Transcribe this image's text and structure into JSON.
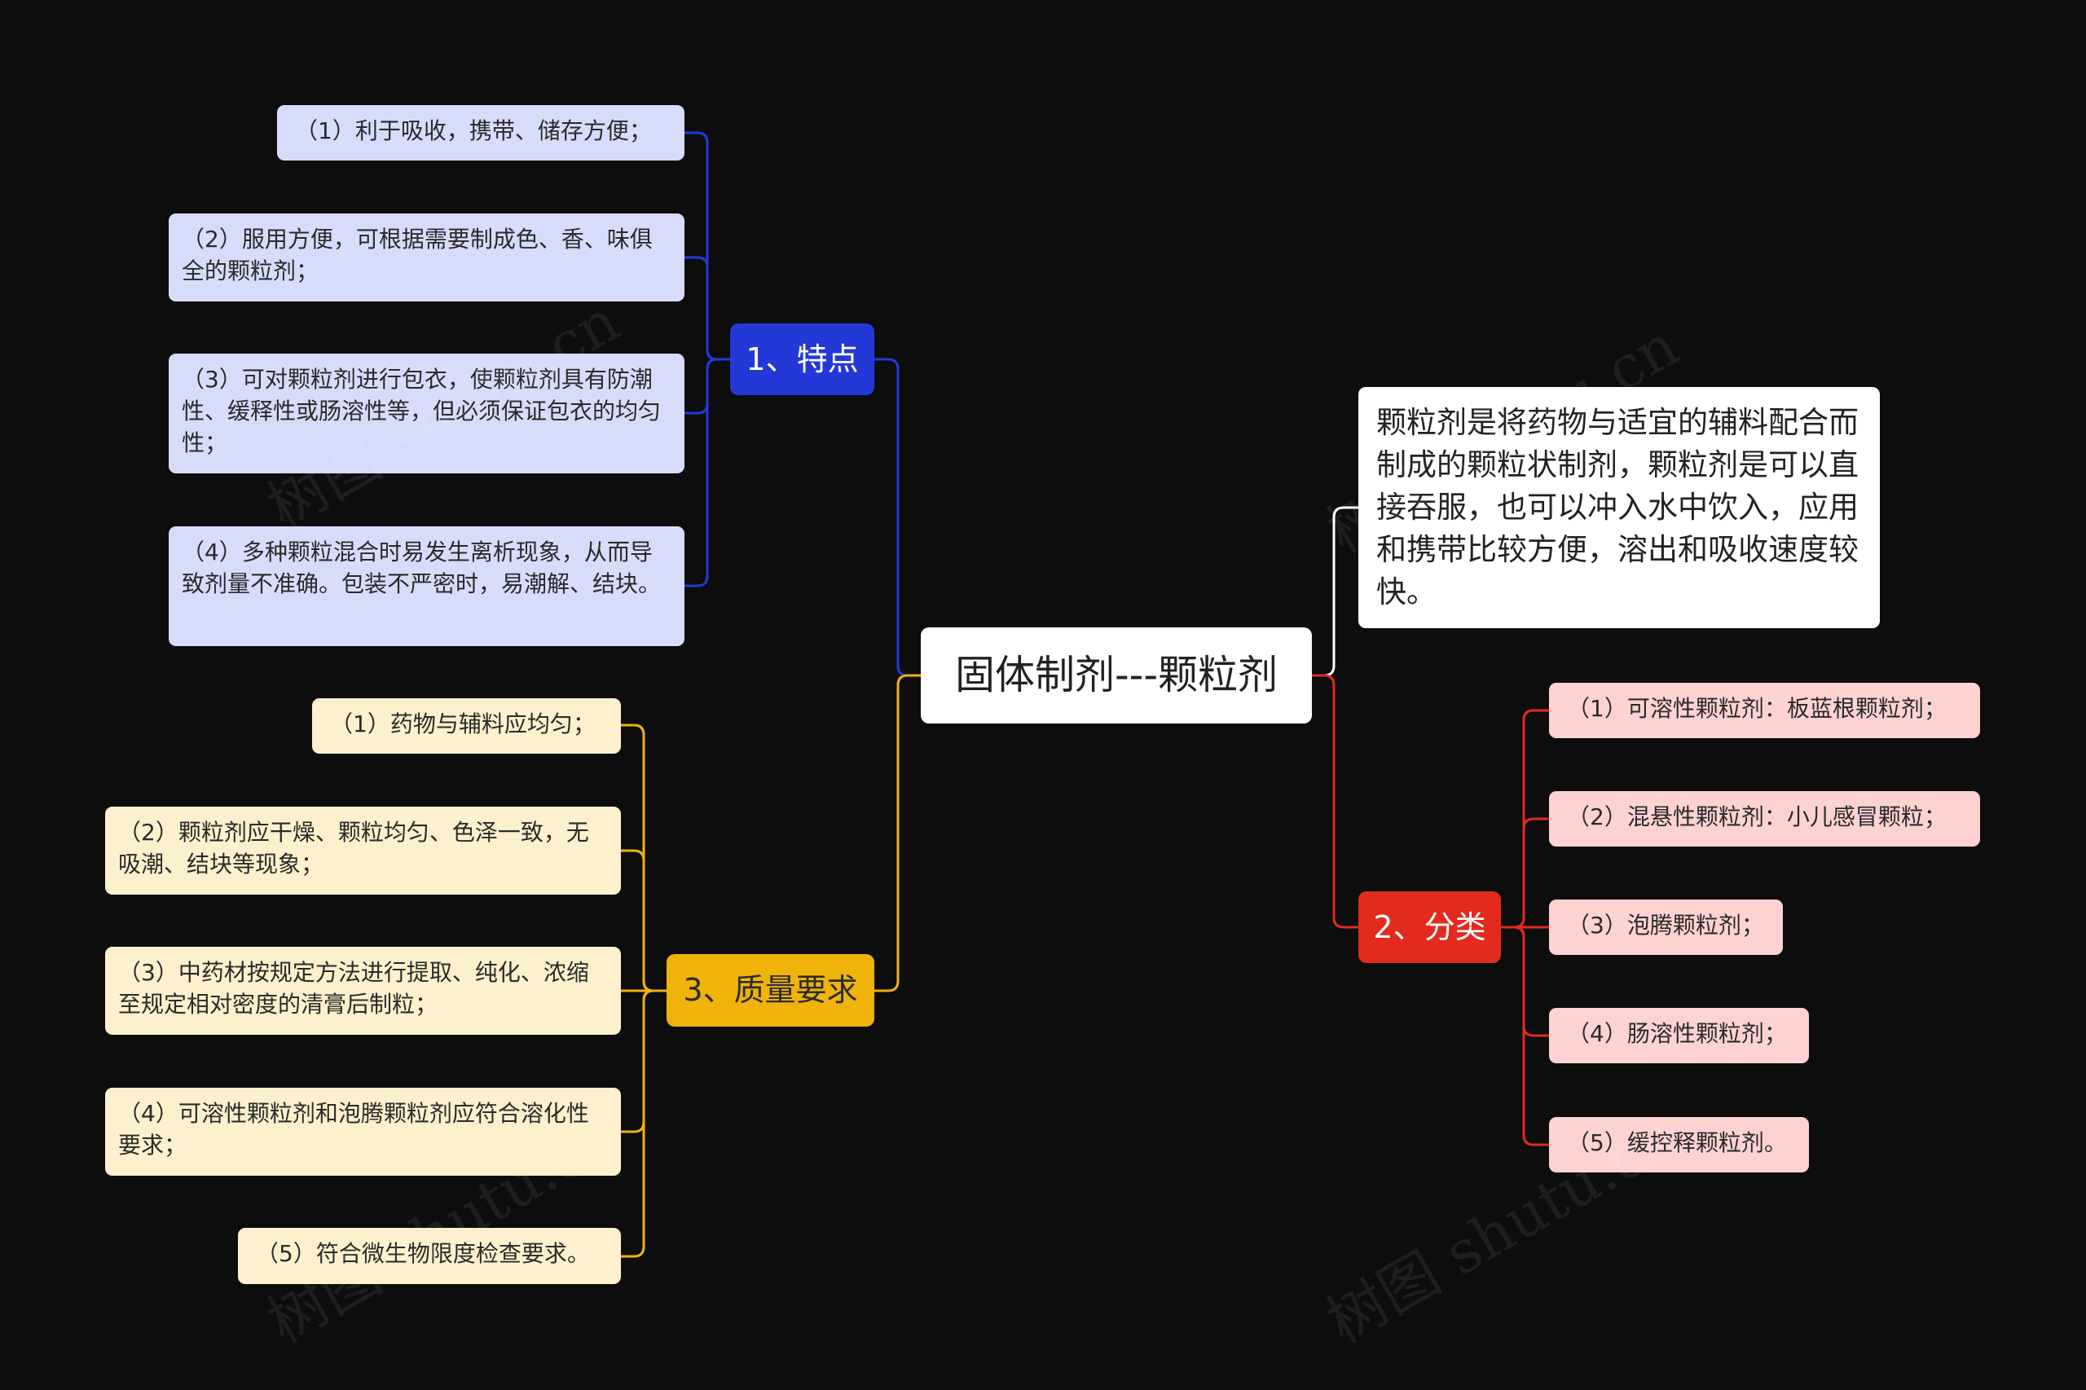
{
  "root": {
    "label": "固体制剂---颗粒剂"
  },
  "description": {
    "text": "颗粒剂是将药物与适宜的辅料配合而制成的颗粒状制剂，颗粒剂是可以直接吞服，也可以冲入水中饮入，应用和携带比较方便，溶出和吸收速度较快。"
  },
  "branches": {
    "features": {
      "label": "1、特点",
      "items": [
        "（1）利于吸收，携带、储存方便；",
        "（2）服用方便，可根据需要制成色、香、味俱全的颗粒剂；",
        "（3）可对颗粒剂进行包衣，使颗粒剂具有防潮性、缓释性或肠溶性等，但必须保证包衣的均匀性；",
        "（4）多种颗粒混合时易发生离析现象，从而导致剂量不准确。包装不严密时，易潮解、结块。"
      ]
    },
    "classification": {
      "label": "2、分类",
      "items": [
        "（1）可溶性颗粒剂：板蓝根颗粒剂；",
        "（2）混悬性颗粒剂：小儿感冒颗粒；",
        "（3）泡腾颗粒剂；",
        "（4）肠溶性颗粒剂；",
        "（5）缓控释颗粒剂。"
      ]
    },
    "quality": {
      "label": "3、质量要求",
      "items": [
        "（1）药物与辅料应均匀；",
        "（2）颗粒剂应干燥、颗粒均匀、色泽一致，无吸潮、结块等现象；",
        "（3）中药材按规定方法进行提取、纯化、浓缩至规定相对密度的清膏后制粒；",
        "（4）可溶性颗粒剂和泡腾颗粒剂应符合溶化性要求；",
        "（5）符合微生物限度检查要求。"
      ]
    }
  },
  "watermark": "树图 shutu.cn",
  "colors": {
    "background": "#0d0d0d",
    "features": "#2438d8",
    "classification": "#e32a1e",
    "quality": "#efb30a",
    "root_link": "#ffffff"
  }
}
